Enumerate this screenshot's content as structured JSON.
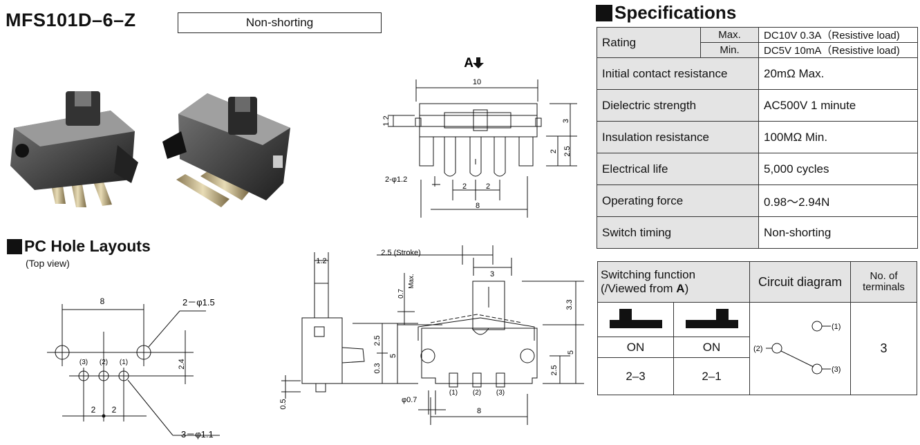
{
  "header": {
    "model": "MFS101D–6–Z",
    "contact_type": "Non-shorting"
  },
  "specifications": {
    "title": "Specifications",
    "rating": {
      "label": "Rating",
      "max_label": "Max.",
      "max_value": "DC10V 0.3A（Resistive load)",
      "min_label": "Min.",
      "min_value": "DC5V 10mA（Resistive load)"
    },
    "rows": [
      {
        "label": "Initial contact resistance",
        "value": "20mΩ Max."
      },
      {
        "label": "Dielectric strength",
        "value": "AC500V 1 minute"
      },
      {
        "label": "Insulation resistance",
        "value": "100MΩ Min."
      },
      {
        "label": "Electrical life",
        "value": "5,000 cycles"
      },
      {
        "label": "Operating force",
        "value": "0.98～2.94N"
      },
      {
        "label": "Switch timing",
        "value": "Non-shorting"
      }
    ]
  },
  "switching": {
    "function_header_line1": "Switching function",
    "function_header_line2_pre": "(/Viewed from ",
    "function_header_line2_bold": "A",
    "function_header_line2_post": ")",
    "circuit_header": "Circuit diagram",
    "terminals_header_line1": "No. of",
    "terminals_header_line2": "terminals",
    "positions": [
      {
        "state": "ON",
        "connection": "2–3"
      },
      {
        "state": "ON",
        "connection": "2–1"
      }
    ],
    "circuit_labels": {
      "t1": "(1)",
      "t2": "(2)",
      "t3": "(3)"
    },
    "terminals": "3"
  },
  "pc_hole": {
    "title": "PC Hole Layouts",
    "subtitle": "(Top view)",
    "dim_8": "8",
    "dim_big_holes": "2－φ1.5",
    "dim_small_holes": "3－φ1.1",
    "dim_2a": "2",
    "dim_2b": "2",
    "dim_24": "2.4",
    "pins": [
      "(3)",
      "(2)",
      "(1)"
    ]
  },
  "top_drawing": {
    "view_label": "A",
    "dim_10": "10",
    "dim_12": "1.2",
    "dim_3": "3",
    "dim_2": "2",
    "dim_25": "2.5",
    "dim_hole": "2-φ1.2",
    "dim_2a": "2",
    "dim_2b": "2",
    "dim_8": "8"
  },
  "side_drawing": {
    "dim_12": "1.2",
    "dim_05": "0.5",
    "dim_stroke": "2.5 (Stroke)",
    "dim_3": "3",
    "dim_07max_a": "0.7",
    "dim_07max_b": "Max.",
    "dim_33": "3.3",
    "dim_25a": "2.5",
    "dim_5a": "5",
    "dim_03": "0.3",
    "dim_5b": "5",
    "dim_25b": "2.5",
    "dim_phi07": "φ0.7",
    "dim_8": "8",
    "pins": [
      "(1)",
      "(2)",
      "(3)"
    ]
  }
}
